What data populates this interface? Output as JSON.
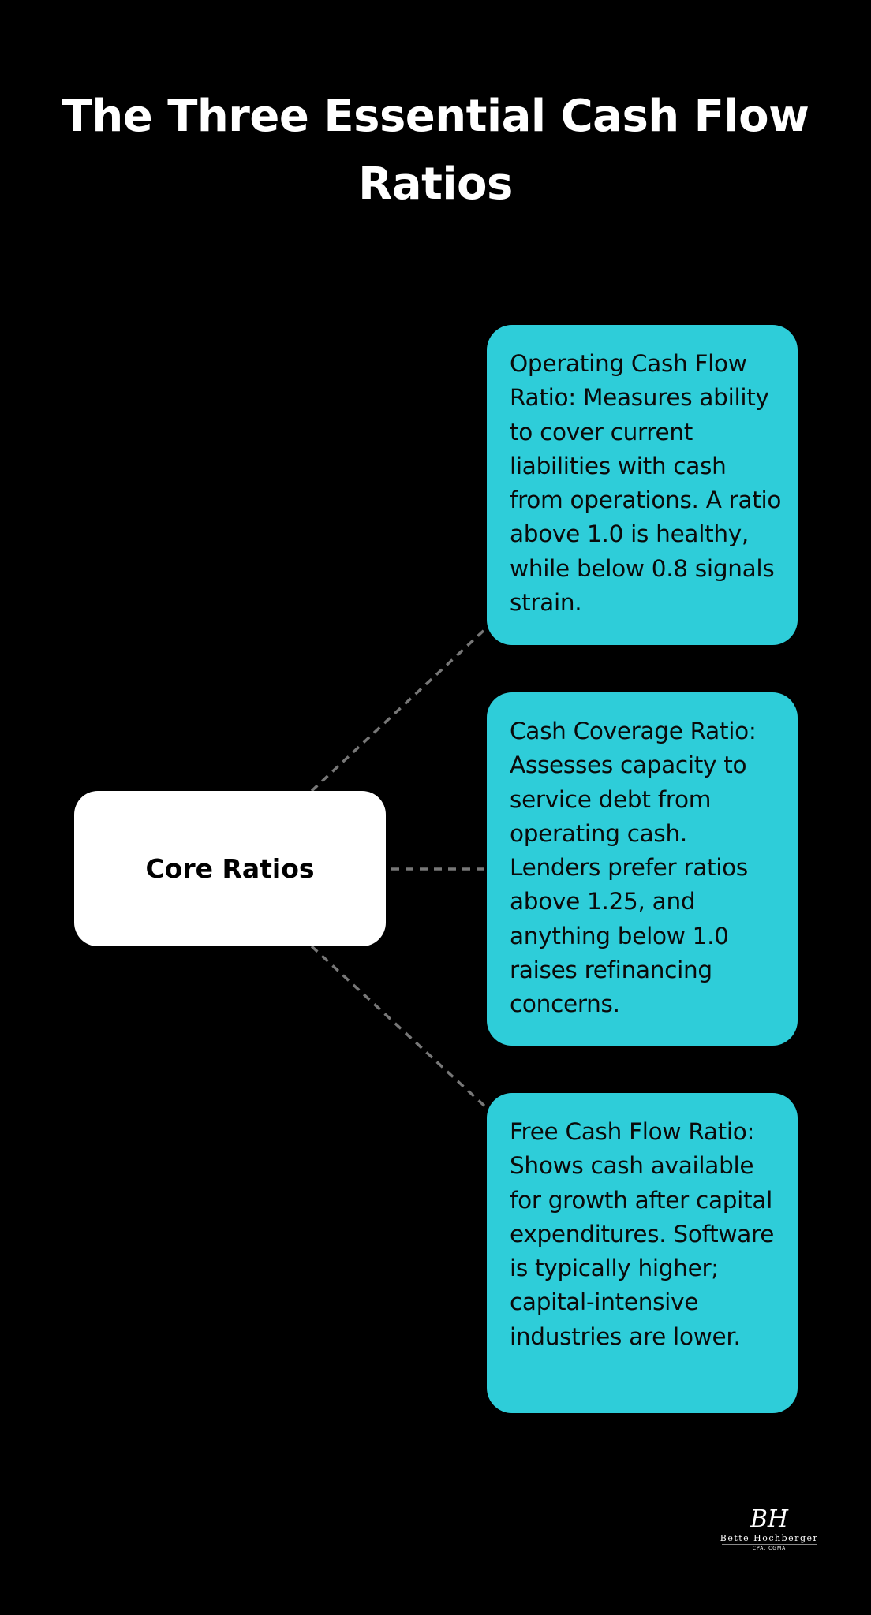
{
  "title": "The Three Essential Cash Flow Ratios",
  "center_node": {
    "label": "Core Ratios"
  },
  "cards": [
    {
      "text": "Operating Cash Flow Ratio: Measures ability to cover current liabilities with cash from operations. A ratio above 1.0 is healthy, while below 0.8 signals strain."
    },
    {
      "text": "Cash Coverage Ratio: Assesses capacity to service debt from operating cash. Lenders prefer ratios above 1.25, and anything below 1.0 raises refinancing concerns."
    },
    {
      "text": "Free Cash Flow Ratio: Shows cash available for growth after capital expenditures. Software is typically higher; capital-intensive industries are lower."
    }
  ],
  "logo": {
    "monogram": "BH",
    "name": "Bette Hochberger",
    "credentials": "CPA, CGMA"
  },
  "colors": {
    "background": "#000000",
    "card": "#2ecdd9",
    "center_node": "#ffffff",
    "connector": "#777777"
  }
}
